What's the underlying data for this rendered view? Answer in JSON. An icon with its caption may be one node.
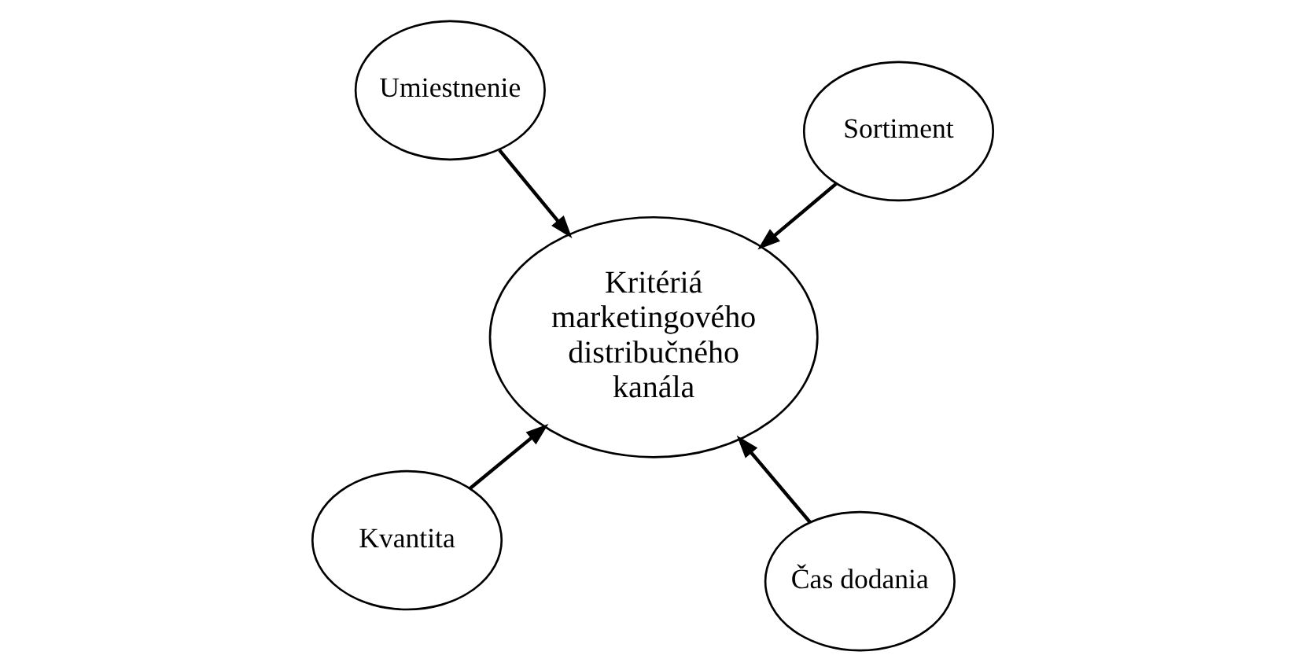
{
  "diagram": {
    "nodes": [
      {
        "text": [
          "Kvantita"
        ]
      },
      {
        "text": [
          "Čas dodania"
        ]
      },
      {
        "text": [
          "Kritériá marketingového distribučného kanála"
        ]
      },
      {
        "text": [
          "Umiestnenie"
        ]
      },
      {
        "text": [
          "Sortiment"
        ]
      }
    ],
    "edges": [
      {
        "from": 0,
        "to": 2,
        "arrow": "to"
      },
      {
        "from": 1,
        "to": 2,
        "arrow": "to"
      },
      {
        "from": 3,
        "to": 2,
        "arrow": "to"
      },
      {
        "from": 4,
        "to": 2,
        "arrow": "to"
      }
    ]
  }
}
